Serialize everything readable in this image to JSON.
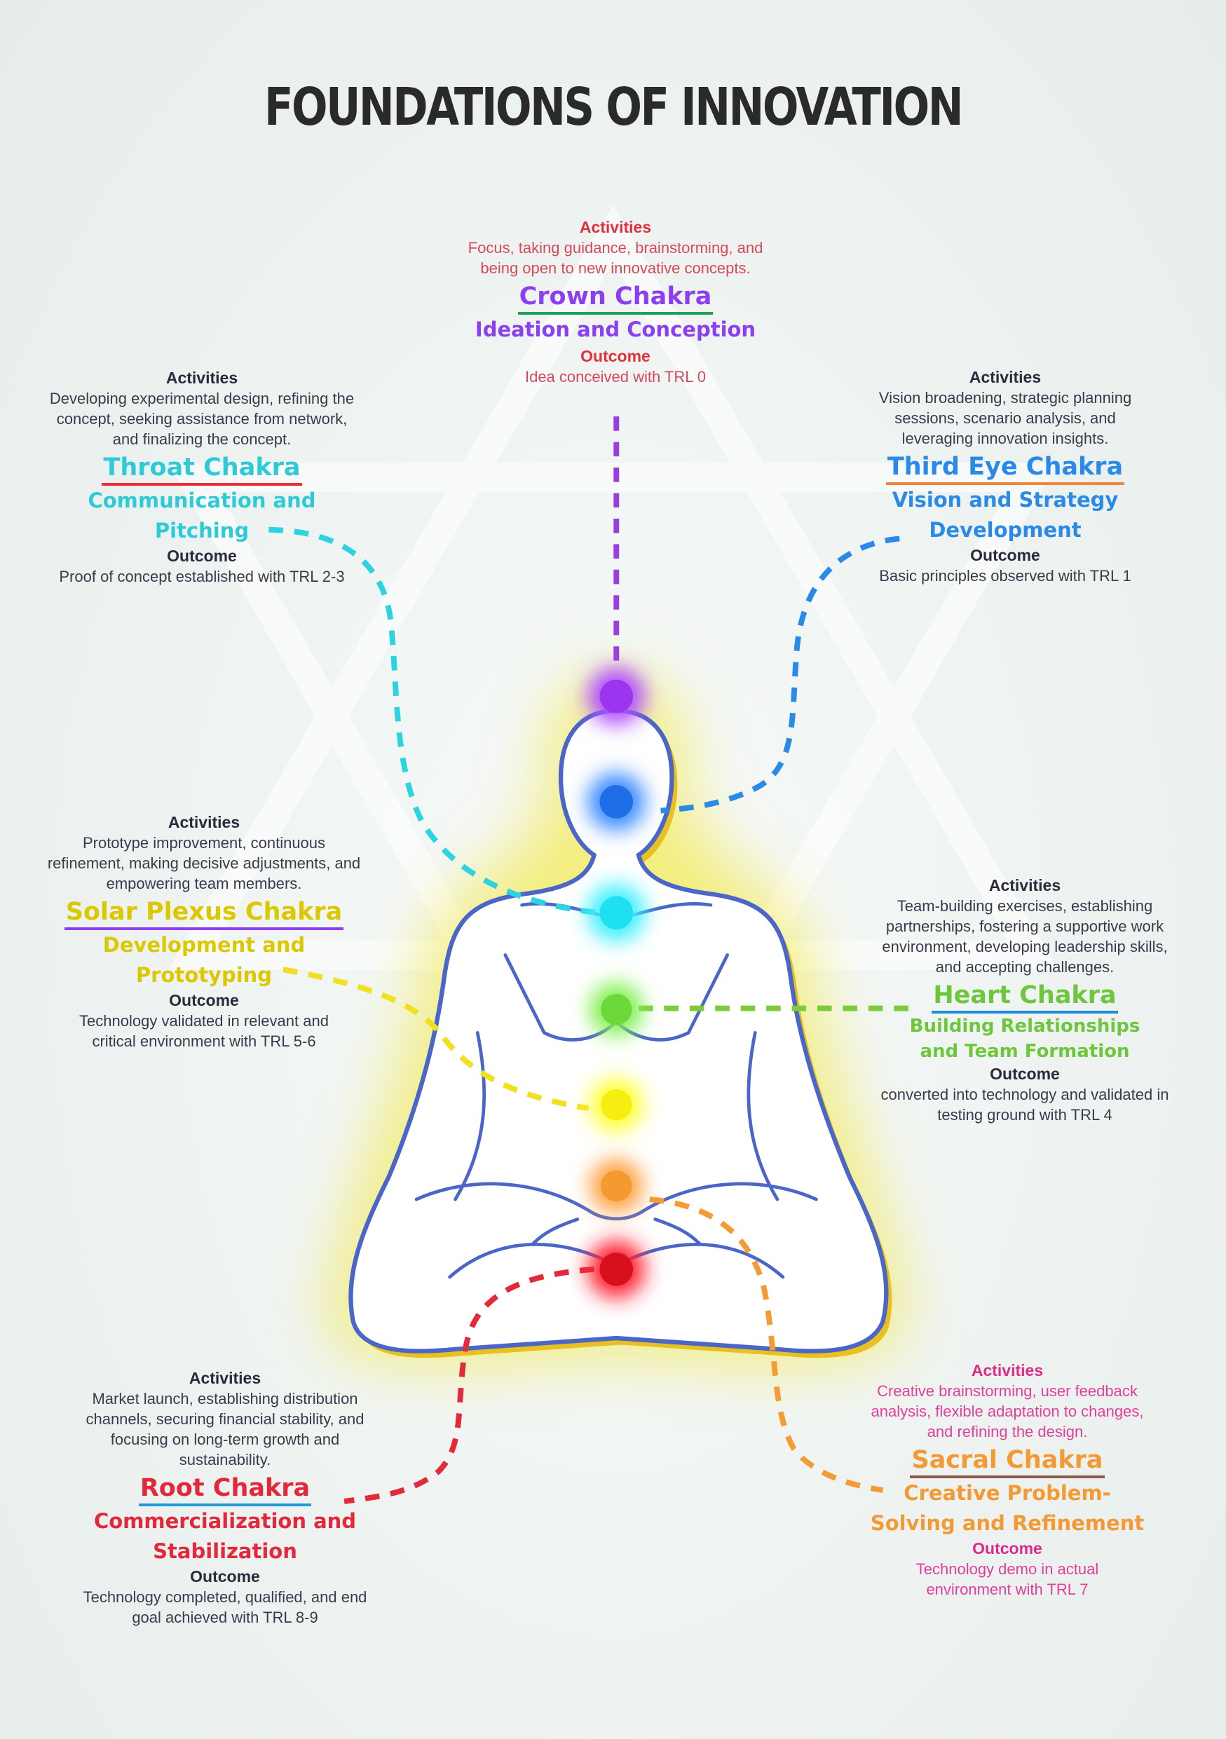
{
  "title": "FOUNDATIONS OF INNOVATION",
  "labels": {
    "activities": "Activities",
    "outcome": "Outcome"
  },
  "chakras": {
    "crown": {
      "name": "Crown Chakra",
      "stage": "Ideation and Conception",
      "activities": "Focus, taking guidance, brainstorming, and being open to new innovative concepts.",
      "outcome": "Idea conceived with TRL 0",
      "color": "#8b3ff0",
      "underline": "#1fa055"
    },
    "throat": {
      "name": "Throat Chakra",
      "stage": "Communication and Pitching",
      "activities": "Developing experimental design, refining the concept, seeking assistance from network, and finalizing the concept.",
      "outcome": "Proof of concept established with TRL 2-3",
      "color": "#2fcad8",
      "underline": "#e8303c"
    },
    "third_eye": {
      "name": "Third Eye Chakra",
      "stage": "Vision and Strategy Development",
      "activities": "Vision broadening, strategic planning sessions, scenario analysis, and leveraging innovation insights.",
      "outcome": "Basic principles observed with TRL 1",
      "color": "#2a8ae8",
      "underline": "#f0863a"
    },
    "solar_plexus": {
      "name": "Solar Plexus Chakra",
      "stage": "Development and Prototyping",
      "activities": "Prototype improvement, continuous refinement, making decisive adjustments, and empowering team members.",
      "outcome": "Technology validated in relevant and critical environment with TRL 5-6",
      "color": "#dcc800",
      "underline": "#8b3ff0"
    },
    "heart": {
      "name": "Heart Chakra",
      "stage": "Building Relationships and Team Formation",
      "activities": "Team-building exercises, establishing partnerships, fostering a supportive work environment, developing leadership skills, and accepting challenges.",
      "outcome": "converted into technology and validated in testing ground with TRL 4",
      "color": "#6cc83a",
      "underline": "#1e8ad8"
    },
    "sacral": {
      "name": "Sacral Chakra",
      "stage": "Creative Problem-Solving and Refinement",
      "activities": "Creative brainstorming, user feedback analysis, flexible adaptation to changes, and refining the design.",
      "outcome": "Technology demo in actual environment with TRL 7",
      "color": "#f39a35",
      "underline": "#8a5a4a"
    },
    "root": {
      "name": "Root Chakra",
      "stage": "Commercialization and Stabilization",
      "activities": "Market launch, establishing distribution channels, securing financial stability, and focusing on long-term growth and sustainability.",
      "outcome": "Technology completed, qualified, and end goal achieved with TRL 8-9",
      "color": "#e2283a",
      "underline": "#1e9ad8"
    }
  }
}
